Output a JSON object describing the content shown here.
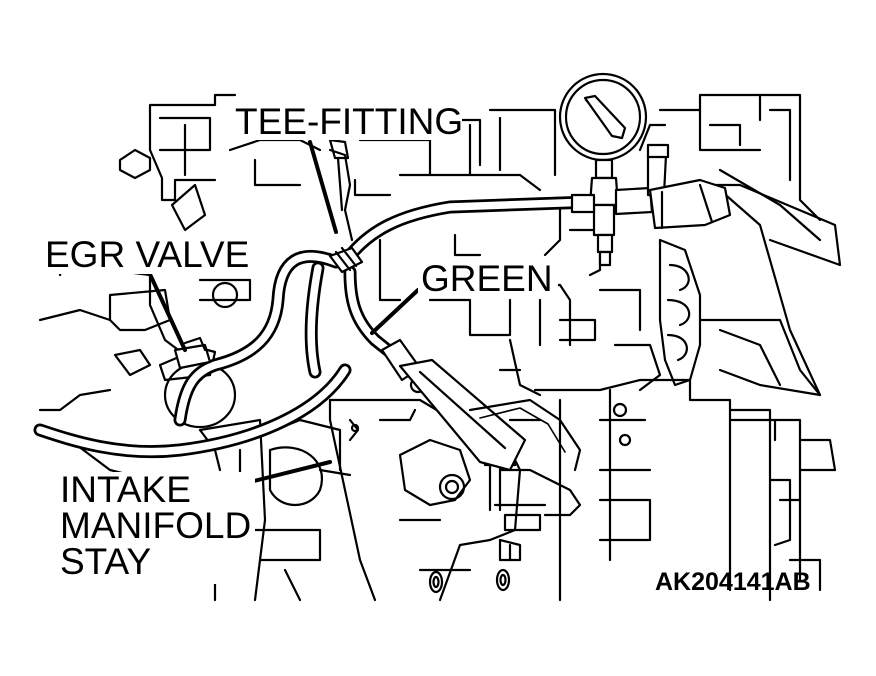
{
  "labels": {
    "tee_fitting": "TEE-FITTING",
    "egr_valve": "EGR VALVE",
    "green": "GREEN",
    "intake_line1": "INTAKE",
    "intake_line2": "MANIFOLD",
    "intake_line3": "STAY"
  },
  "reference_code": "AK204141AB",
  "colors": {
    "line": "#000000",
    "background": "#ffffff"
  }
}
